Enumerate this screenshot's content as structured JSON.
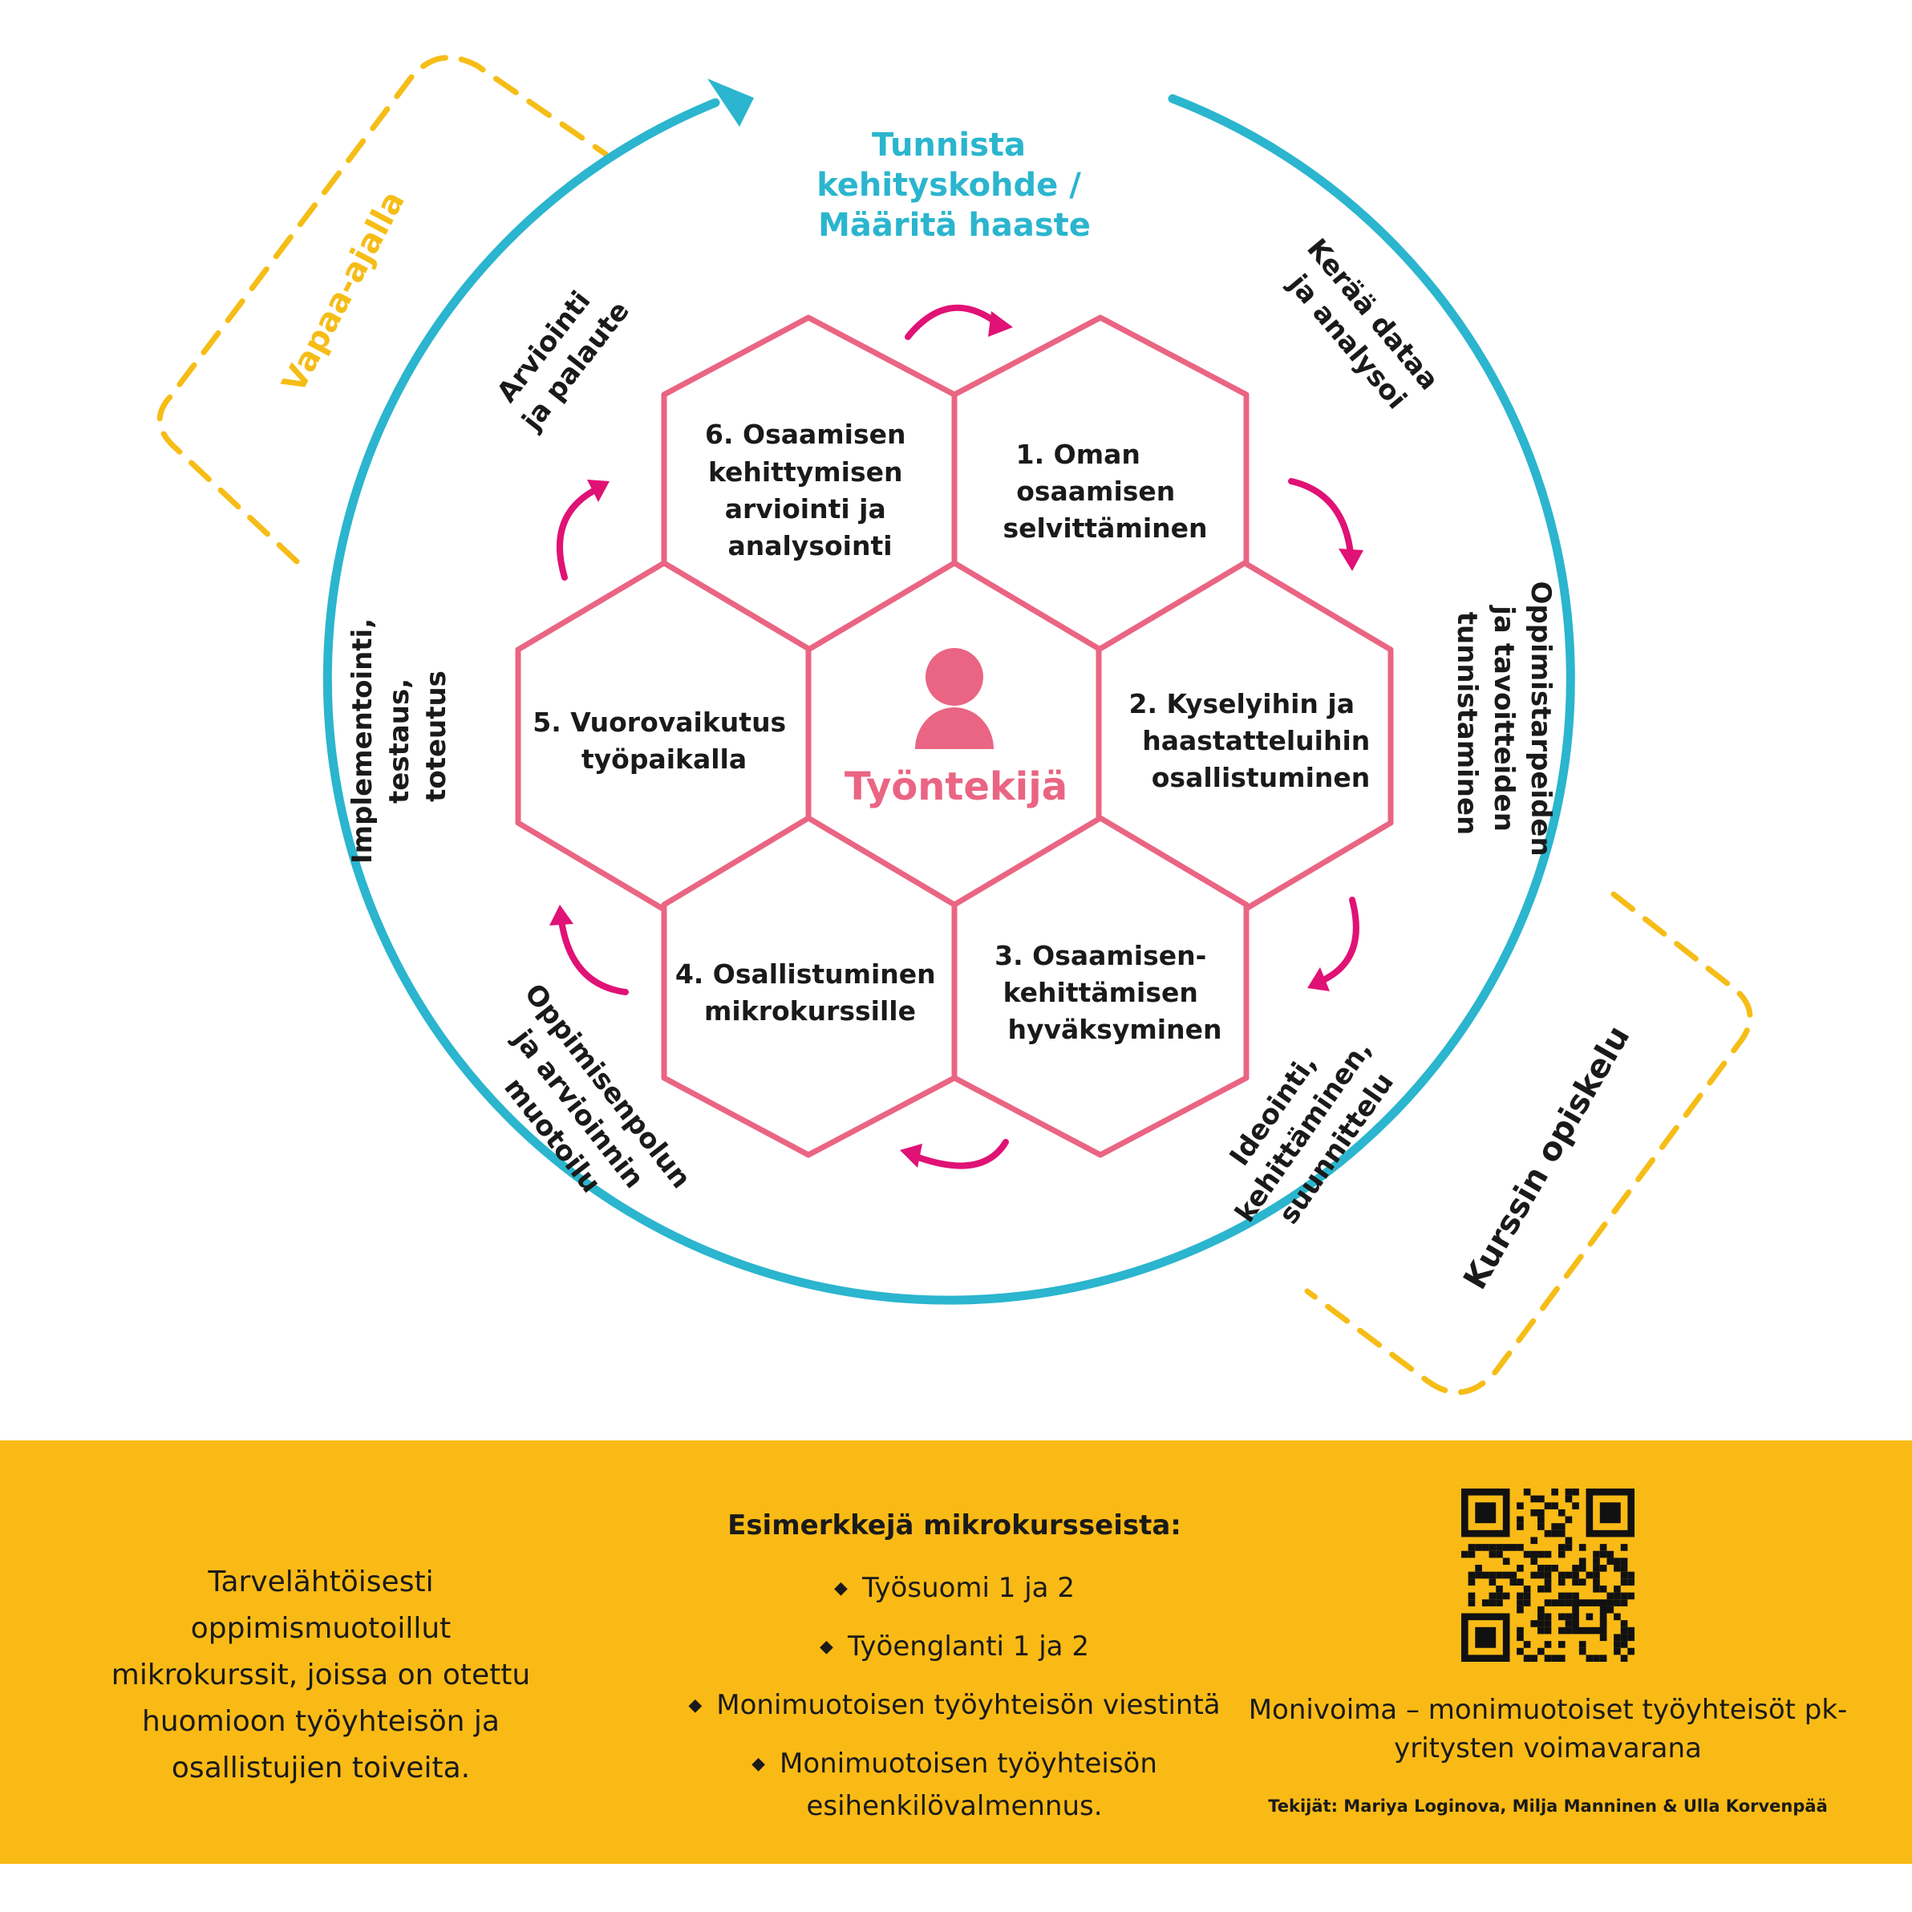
{
  "colors": {
    "cycle_ring": "#2BB5CE",
    "hexagon_stroke": "#EA6583",
    "arrow": "#E01275",
    "accent_yellow": "#F6BD17",
    "footer_background": "#FABA16"
  },
  "cycle": {
    "title_lines": [
      "Tunnista",
      "kehityskohde /",
      "Määritä haaste"
    ],
    "collect_data": [
      "Kerää dataa",
      "ja analysoi"
    ],
    "identify_needs": [
      "Oppimistarpeiden",
      "ja tavoitteiden",
      "tunnistaminen"
    ],
    "ideation": [
      "Ideointi,",
      "kehittäminen,",
      "suunnittelu"
    ],
    "path_design": [
      "Oppimisenpolun",
      "ja arvioinnin",
      "muotoilu"
    ],
    "implementation": [
      "Implementointi,",
      "testaus,",
      "toteutus"
    ],
    "evaluation": [
      "Arviointi",
      "ja palaute"
    ]
  },
  "dashed_loops": {
    "free_time": "Vapaa-ajalla",
    "course_study": "Kurssin opiskelu"
  },
  "hexagons": {
    "center_label": "Työntekijä",
    "center_icon": "person-icon",
    "step1": [
      "1. Oman",
      "osaamisen",
      "selvittäminen"
    ],
    "step2": [
      "2. Kyselyihin ja",
      "haastatteluihin",
      "osallistuminen"
    ],
    "step3": [
      "3. Osaamisen-",
      "kehittämisen",
      "hyväksyminen"
    ],
    "step4": [
      "4. Osallistuminen",
      "mikrokurssille"
    ],
    "step5": [
      "5. Vuorovaikutus",
      "työpaikalla"
    ],
    "step6": [
      "6. Osaamisen",
      "kehittymisen",
      "arviointi ja",
      "analysointi"
    ]
  },
  "footer": {
    "description": "Tarvelähtöisesti oppimismuotoillut mikrokurssit, joissa on otettu huomioon työyhteisön ja osallistujien toiveita.",
    "examples_title": "Esimerkkejä mikrokursseista:",
    "examples": [
      "Työsuomi 1 ja 2",
      "Työenglanti 1 ja 2",
      "Monimuotoisen työyhteisön viestintä",
      "Monimuotoisen työyhteisön esihenkilövalmennus."
    ],
    "qr_icon": "qr-code-icon",
    "project_name": "Monivoima – monimuotoiset työyhteisöt pk-yritysten voimavarana",
    "authors": "Tekijät: Mariya Loginova, Milja Manninen & Ulla Korvenpää"
  }
}
